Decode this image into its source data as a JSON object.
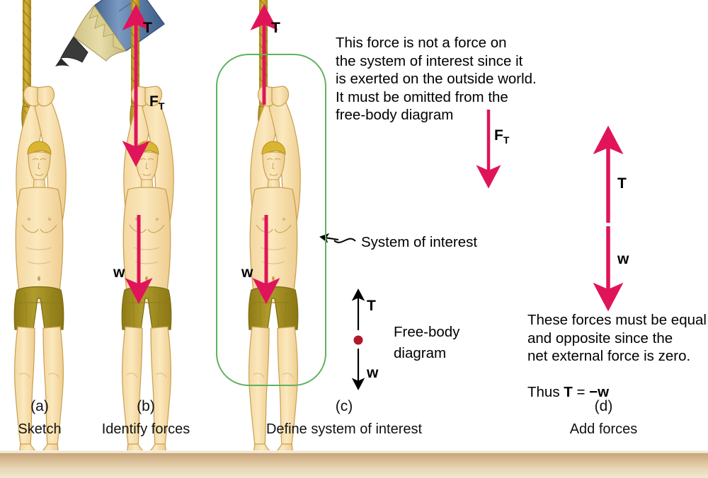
{
  "figure": {
    "title": "Free-body diagram construction steps",
    "colors": {
      "force_arrow_red": "#e0145a",
      "system_box_green": "#5fb25f",
      "skin": "#f7dfa9",
      "skin_shade": "#e9c887",
      "shorts": "#a08a1e",
      "rope": "#c9a227",
      "pencil_blue": "#5a7fae",
      "pencil_wood": "#ddd49a",
      "pencil_tip": "#3c3c3c",
      "dot_red": "#b0182b",
      "text_black": "#000000",
      "shelf_tan": "#c8a578"
    }
  },
  "panels": [
    {
      "id": "a",
      "letter": "(a)",
      "caption": "Sketch",
      "vectors": []
    },
    {
      "id": "b",
      "letter": "(b)",
      "caption": "Identify forces",
      "vectors": [
        {
          "name": "T",
          "symbol": "T",
          "subscript": "",
          "direction": "up"
        },
        {
          "name": "F_T",
          "symbol": "F",
          "subscript": "T",
          "direction": "down"
        },
        {
          "name": "w",
          "symbol": "w",
          "subscript": "",
          "direction": "down"
        }
      ]
    },
    {
      "id": "c",
      "letter": "(c)",
      "caption": "Define system of interest",
      "vectors": [
        {
          "name": "T",
          "symbol": "T",
          "subscript": "",
          "direction": "up"
        },
        {
          "name": "w",
          "symbol": "w",
          "subscript": "",
          "direction": "down"
        }
      ]
    },
    {
      "id": "d",
      "letter": "(d)",
      "caption": "Add forces",
      "vectors": [
        {
          "name": "T",
          "symbol": "T",
          "subscript": "",
          "direction": "up"
        },
        {
          "name": "w",
          "symbol": "w",
          "subscript": "",
          "direction": "down"
        }
      ]
    }
  ],
  "annotations": {
    "omitted_force_note": "This force is not a force on\nthe system of interest since it\nis exerted on the outside world.\nIt must be omitted from the\nfree-body diagram",
    "omitted_force_arrow_label_symbol": "F",
    "omitted_force_arrow_label_subscript": "T",
    "system_of_interest": "System of interest",
    "free_body_diagram": "Free-body\ndiagram",
    "free_body_up_label": "T",
    "free_body_down_label": "w",
    "equilibrium_note_lines": [
      "These forces must be equal",
      "and opposite since the",
      "net external force is zero."
    ],
    "equilibrium_conclusion_prefix": "Thus ",
    "equilibrium_conclusion_T": "T",
    "equilibrium_conclusion_eq": " = ",
    "equilibrium_conclusion_minus": "−",
    "equilibrium_conclusion_w": "w",
    "panel_d_up_label": "T",
    "panel_d_down_label": "w"
  }
}
